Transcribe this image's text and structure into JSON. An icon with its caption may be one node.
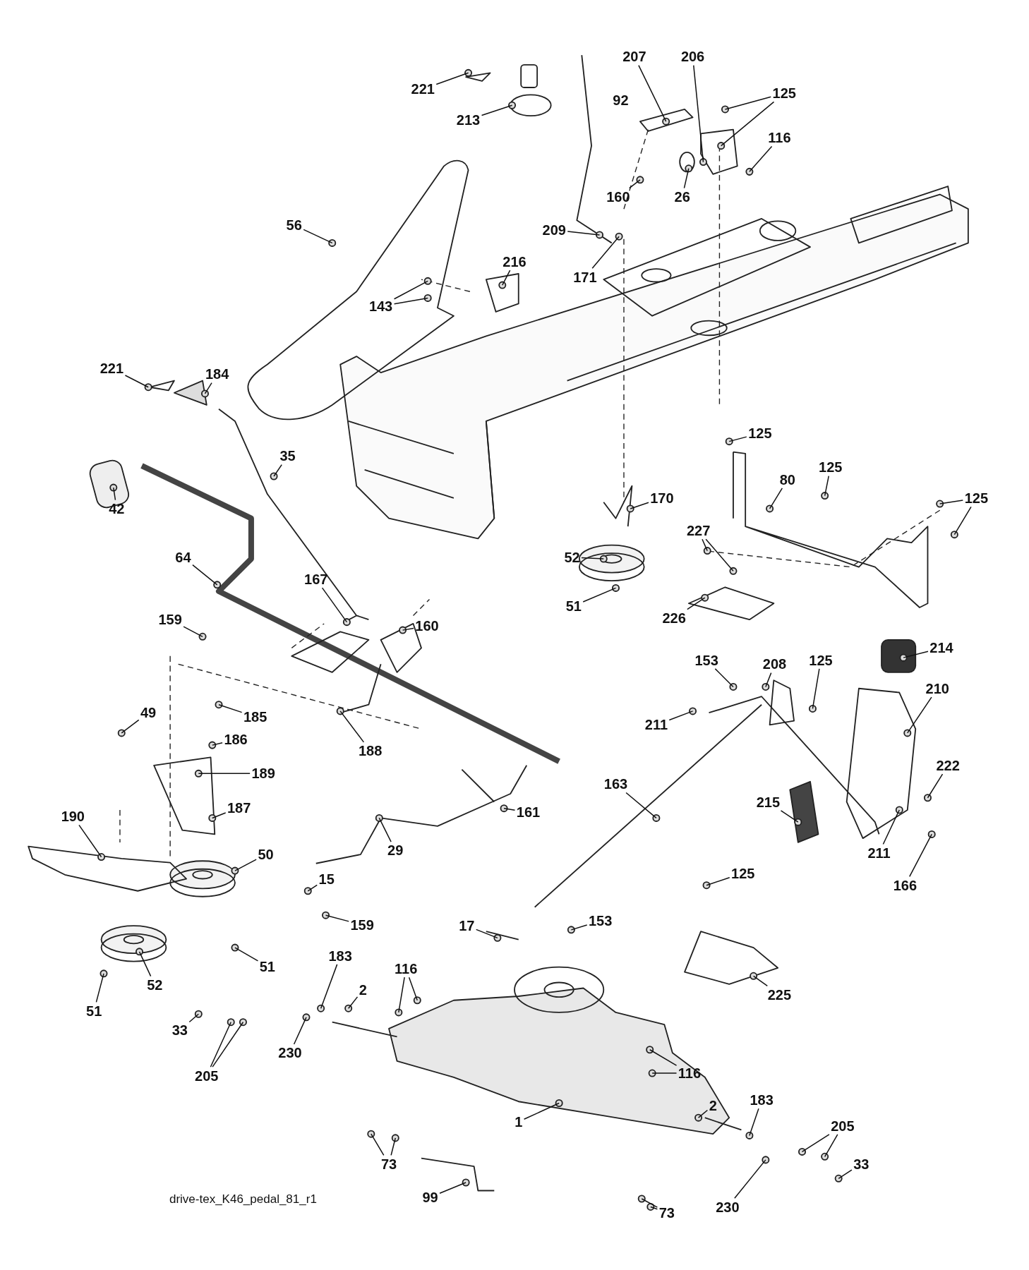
{
  "diagram": {
    "nodes": [
      {
        "text": [
          "221"
        ]
      },
      {
        "text": [
          "213"
        ]
      },
      {
        "text": [
          "207"
        ]
      },
      {
        "text": [
          "206"
        ]
      },
      {
        "text": [
          "125"
        ]
      },
      {
        "text": [
          "116"
        ]
      },
      {
        "text": [
          "160"
        ]
      },
      {
        "text": [
          "26"
        ]
      },
      {
        "text": [
          "56"
        ]
      },
      {
        "text": [
          "209"
        ]
      },
      {
        "text": [
          "216"
        ]
      },
      {
        "text": [
          "143"
        ]
      },
      {
        "text": [
          "171"
        ]
      },
      {
        "text": [
          "221"
        ]
      },
      {
        "text": [
          "184"
        ]
      },
      {
        "text": [
          "35"
        ]
      },
      {
        "text": [
          "42"
        ]
      },
      {
        "text": [
          "64"
        ]
      },
      {
        "text": [
          "167"
        ]
      },
      {
        "text": [
          "159"
        ]
      },
      {
        "text": [
          "160"
        ]
      },
      {
        "text": [
          "52"
        ]
      },
      {
        "text": [
          "170"
        ]
      },
      {
        "text": [
          "51"
        ]
      },
      {
        "text": [
          "125"
        ]
      },
      {
        "text": [
          "80"
        ]
      },
      {
        "text": [
          "125"
        ]
      },
      {
        "text": [
          "125"
        ]
      },
      {
        "text": [
          "227"
        ]
      },
      {
        "text": [
          "226"
        ]
      },
      {
        "text": [
          "214"
        ]
      },
      {
        "text": [
          "210"
        ]
      },
      {
        "text": [
          "153"
        ]
      },
      {
        "text": [
          "208"
        ]
      },
      {
        "text": [
          "125"
        ]
      },
      {
        "text": [
          "211"
        ]
      },
      {
        "text": [
          "49"
        ]
      },
      {
        "text": [
          "185"
        ]
      },
      {
        "text": [
          "186"
        ]
      },
      {
        "text": [
          "188"
        ]
      },
      {
        "text": [
          "189"
        ]
      },
      {
        "text": [
          "187"
        ]
      },
      {
        "text": [
          "190"
        ]
      },
      {
        "text": [
          "161"
        ]
      },
      {
        "text": [
          "163"
        ]
      },
      {
        "text": [
          "215"
        ]
      },
      {
        "text": [
          "222"
        ]
      },
      {
        "text": [
          "211"
        ]
      },
      {
        "text": [
          "166"
        ]
      },
      {
        "text": [
          "29"
        ]
      },
      {
        "text": [
          "50"
        ]
      },
      {
        "text": [
          "15"
        ]
      },
      {
        "text": [
          "159"
        ]
      },
      {
        "text": [
          "125"
        ]
      },
      {
        "text": [
          "17"
        ]
      },
      {
        "text": [
          "153"
        ]
      },
      {
        "text": [
          "51"
        ]
      },
      {
        "text": [
          "52"
        ]
      },
      {
        "text": [
          "51"
        ]
      },
      {
        "text": [
          "225"
        ]
      },
      {
        "text": [
          "183"
        ]
      },
      {
        "text": [
          "2"
        ]
      },
      {
        "text": [
          "116"
        ]
      },
      {
        "text": [
          "33"
        ]
      },
      {
        "text": [
          "205"
        ]
      },
      {
        "text": [
          "230"
        ]
      },
      {
        "text": [
          "116"
        ]
      },
      {
        "text": [
          "1"
        ]
      },
      {
        "text": [
          "2"
        ]
      },
      {
        "text": [
          "183"
        ]
      },
      {
        "text": [
          "205"
        ]
      },
      {
        "text": [
          "33"
        ]
      },
      {
        "text": [
          "230"
        ]
      },
      {
        "text": [
          "73"
        ]
      },
      {
        "text": [
          "73"
        ]
      },
      {
        "text": [
          "99"
        ]
      }
    ],
    "edges": [
      {
        "from": 0,
        "to": null,
        "arrow": "none"
      },
      {
        "from": 1,
        "to": null,
        "arrow": "none"
      },
      {
        "from": 2,
        "to": null,
        "arrow": "none"
      },
      {
        "from": 3,
        "to": null,
        "arrow": "none"
      },
      {
        "from": 4,
        "to": null,
        "arrow": "none"
      },
      {
        "from": 4,
        "to": null,
        "arrow": "none"
      },
      {
        "from": 5,
        "to": null,
        "arrow": "none"
      },
      {
        "from": 6,
        "to": null,
        "arrow": "none"
      },
      {
        "from": 7,
        "to": null,
        "arrow": "none"
      },
      {
        "from": 8,
        "to": null,
        "arrow": "none"
      },
      {
        "from": 9,
        "to": null,
        "arrow": "none"
      },
      {
        "from": 10,
        "to": null,
        "arrow": "none"
      },
      {
        "from": 11,
        "to": null,
        "arrow": "none"
      },
      {
        "from": 11,
        "to": null,
        "arrow": "none"
      },
      {
        "from": 12,
        "to": null,
        "arrow": "none"
      },
      {
        "from": 13,
        "to": null,
        "arrow": "none"
      },
      {
        "from": 14,
        "to": null,
        "arrow": "none"
      },
      {
        "from": 15,
        "to": null,
        "arrow": "none"
      },
      {
        "from": 16,
        "to": null,
        "arrow": "none"
      },
      {
        "from": 17,
        "to": null,
        "arrow": "none"
      },
      {
        "from": 18,
        "to": null,
        "arrow": "none"
      },
      {
        "from": 19,
        "to": null,
        "arrow": "none"
      },
      {
        "from": 20,
        "to": null,
        "arrow": "none"
      },
      {
        "from": 21,
        "to": null,
        "arrow": "none"
      },
      {
        "from": 22,
        "to": null,
        "arrow": "none"
      },
      {
        "from": 23,
        "to": null,
        "arrow": "none"
      },
      {
        "from": 24,
        "to": null,
        "arrow": "none"
      },
      {
        "from": 25,
        "to": null,
        "arrow": "none"
      },
      {
        "from": 26,
        "to": null,
        "arrow": "none"
      },
      {
        "from": 27,
        "to": null,
        "arrow": "none"
      },
      {
        "from": 27,
        "to": null,
        "arrow": "none"
      },
      {
        "from": 28,
        "to": null,
        "arrow": "none"
      },
      {
        "from": 28,
        "to": null,
        "arrow": "none"
      },
      {
        "from": 29,
        "to": null,
        "arrow": "none"
      },
      {
        "from": 30,
        "to": null,
        "arrow": "none"
      },
      {
        "from": 31,
        "to": null,
        "arrow": "none"
      },
      {
        "from": 32,
        "to": null,
        "arrow": "none"
      },
      {
        "from": 33,
        "to": null,
        "arrow": "none"
      },
      {
        "from": 34,
        "to": null,
        "arrow": "none"
      },
      {
        "from": 35,
        "to": null,
        "arrow": "none"
      },
      {
        "from": 36,
        "to": null,
        "arrow": "none"
      },
      {
        "from": 37,
        "to": null,
        "arrow": "none"
      },
      {
        "from": 38,
        "to": null,
        "arrow": "none"
      },
      {
        "from": 39,
        "to": null,
        "arrow": "none"
      },
      {
        "from": 40,
        "to": null,
        "arrow": "none"
      },
      {
        "from": 41,
        "to": null,
        "arrow": "none"
      },
      {
        "from": 42,
        "to": null,
        "arrow": "none"
      },
      {
        "from": 43,
        "to": null,
        "arrow": "none"
      },
      {
        "from": 44,
        "to": null,
        "arrow": "none"
      },
      {
        "from": 45,
        "to": null,
        "arrow": "none"
      },
      {
        "from": 46,
        "to": null,
        "arrow": "none"
      },
      {
        "from": 47,
        "to": null,
        "arrow": "none"
      },
      {
        "from": 48,
        "to": null,
        "arrow": "none"
      },
      {
        "from": 49,
        "to": null,
        "arrow": "none"
      },
      {
        "from": 50,
        "to": null,
        "arrow": "none"
      },
      {
        "from": 51,
        "to": null,
        "arrow": "none"
      },
      {
        "from": 52,
        "to": null,
        "arrow": "none"
      },
      {
        "from": 53,
        "to": null,
        "arrow": "none"
      },
      {
        "from": 54,
        "to": null,
        "arrow": "none"
      },
      {
        "from": 55,
        "to": null,
        "arrow": "none"
      },
      {
        "from": 56,
        "to": null,
        "arrow": "none"
      },
      {
        "from": 57,
        "to": null,
        "arrow": "none"
      },
      {
        "from": 58,
        "to": null,
        "arrow": "none"
      },
      {
        "from": 59,
        "to": null,
        "arrow": "none"
      },
      {
        "from": 60,
        "to": null,
        "arrow": "none"
      },
      {
        "from": 61,
        "to": null,
        "arrow": "none"
      },
      {
        "from": 62,
        "to": null,
        "arrow": "none"
      },
      {
        "from": 62,
        "to": null,
        "arrow": "none"
      },
      {
        "from": 63,
        "to": null,
        "arrow": "none"
      },
      {
        "from": 64,
        "to": null,
        "arrow": "none"
      },
      {
        "from": 64,
        "to": null,
        "arrow": "none"
      },
      {
        "from": 65,
        "to": null,
        "arrow": "none"
      },
      {
        "from": 66,
        "to": null,
        "arrow": "none"
      },
      {
        "from": 66,
        "to": null,
        "arrow": "none"
      },
      {
        "from": 67,
        "to": null,
        "arrow": "none"
      },
      {
        "from": 68,
        "to": null,
        "arrow": "none"
      },
      {
        "from": 69,
        "to": null,
        "arrow": "none"
      },
      {
        "from": 70,
        "to": null,
        "arrow": "none"
      },
      {
        "from": 70,
        "to": null,
        "arrow": "none"
      },
      {
        "from": 71,
        "to": null,
        "arrow": "none"
      },
      {
        "from": 72,
        "to": null,
        "arrow": "none"
      },
      {
        "from": 73,
        "to": null,
        "arrow": "none"
      },
      {
        "from": 73,
        "to": null,
        "arrow": "none"
      },
      {
        "from": 74,
        "to": null,
        "arrow": "none"
      },
      {
        "from": 74,
        "to": null,
        "arrow": "none"
      },
      {
        "from": 75,
        "to": null,
        "arrow": "none"
      }
    ],
    "labels": [
      "92",
      "drive-tex_K46_pedal_81_r1"
    ]
  }
}
